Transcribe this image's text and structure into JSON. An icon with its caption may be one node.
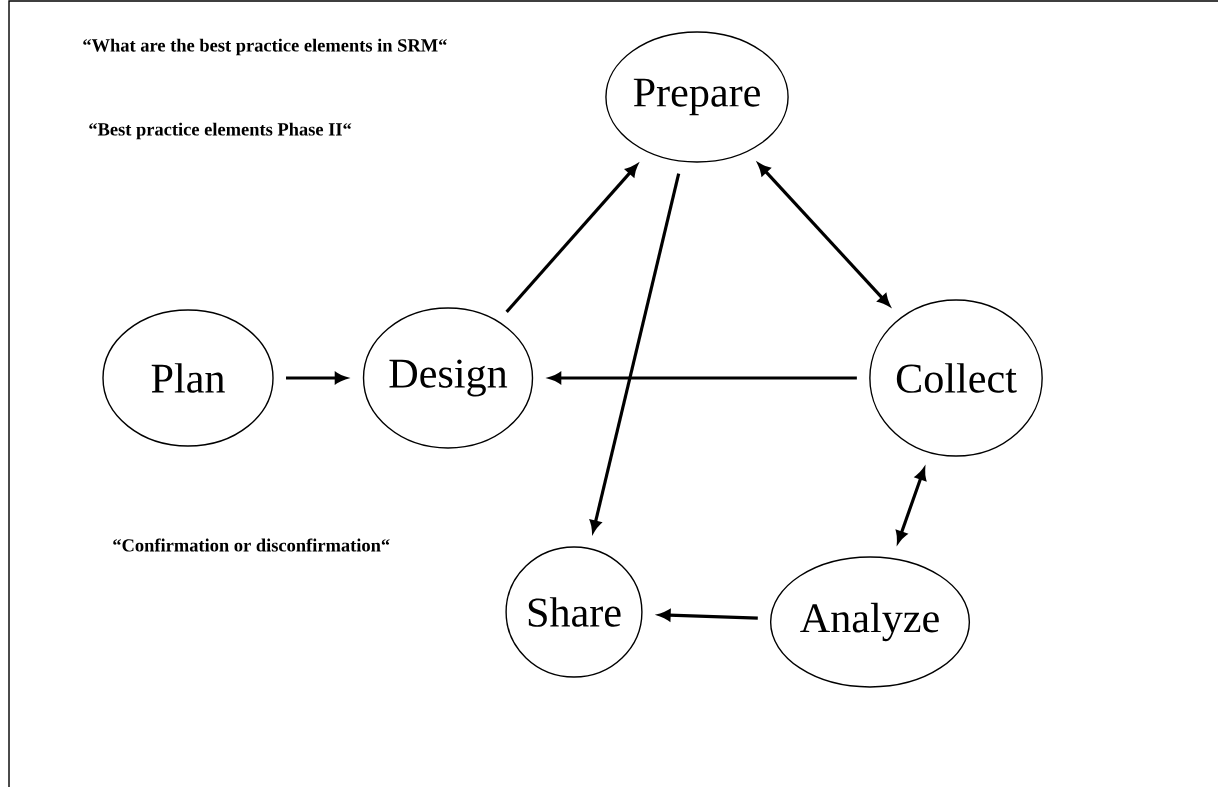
{
  "diagram": {
    "nodes": [
      {
        "text": [
          "Prepare"
        ]
      },
      {
        "text": [
          "Plan"
        ]
      },
      {
        "text": [
          "Design"
        ]
      },
      {
        "text": [
          "Collect"
        ]
      },
      {
        "text": [
          "Share"
        ]
      },
      {
        "text": [
          "Analyze"
        ]
      }
    ],
    "edges": [
      {
        "from": 1,
        "to": 2,
        "arrow": "to"
      },
      {
        "from": 2,
        "to": 0,
        "arrow": "to"
      },
      {
        "from": 0,
        "to": 4,
        "arrow": "to"
      },
      {
        "from": 0,
        "to": 3,
        "arrow": "both"
      },
      {
        "from": 3,
        "to": 2,
        "arrow": "to"
      },
      {
        "from": 3,
        "to": 5,
        "arrow": "both"
      },
      {
        "from": 5,
        "to": 4,
        "arrow": "to"
      }
    ],
    "labels": [
      "“What are the best practice elements in SRM“",
      "“Best practice elements Phase II“",
      "“Confirmation or disconfirmation“"
    ]
  }
}
